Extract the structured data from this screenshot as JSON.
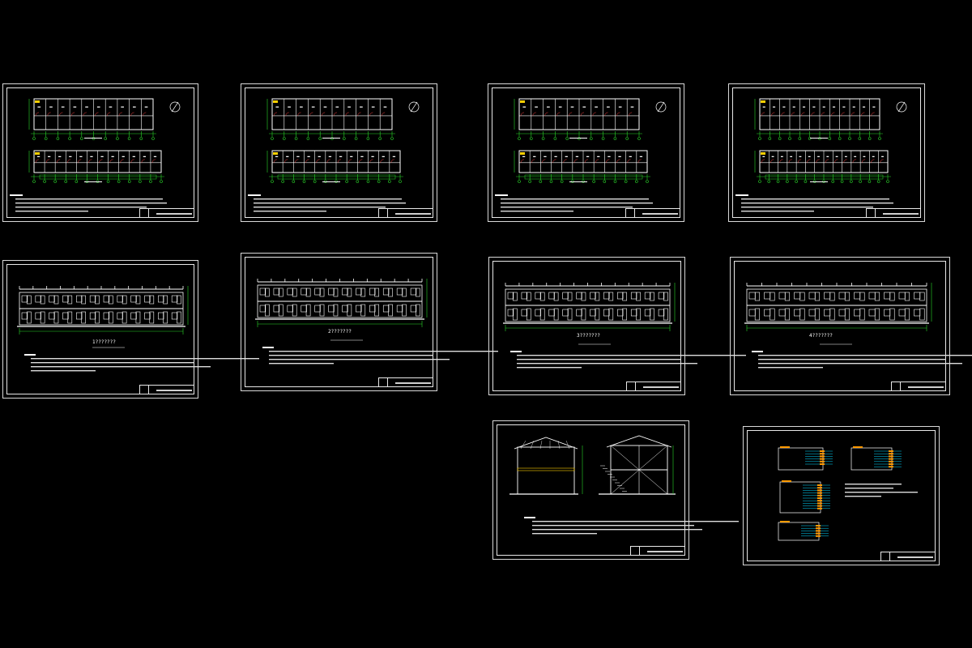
{
  "colors": {
    "background": "#000000",
    "frame": "#e0e0e0",
    "wall": "#ffffff",
    "dimension": "#2bd82b",
    "accent": "#ff4040",
    "highlight": "#ffd000",
    "cyan": "#00d8ff",
    "orange": "#ff9a00"
  },
  "sheets": [
    {
      "id": "plan-1",
      "kind": "floor-plan",
      "title_icon": "north-arrow-icon"
    },
    {
      "id": "plan-2",
      "kind": "floor-plan",
      "title_icon": "north-arrow-icon"
    },
    {
      "id": "plan-3",
      "kind": "floor-plan",
      "title_icon": "north-arrow-icon"
    },
    {
      "id": "plan-4",
      "kind": "floor-plan",
      "title_icon": "north-arrow-icon"
    },
    {
      "id": "elev-1",
      "kind": "elevation",
      "label": "1???????"
    },
    {
      "id": "elev-2",
      "kind": "elevation",
      "label": "2???????"
    },
    {
      "id": "elev-3",
      "kind": "elevation",
      "label": "3???????"
    },
    {
      "id": "elev-4",
      "kind": "elevation",
      "label": "4???????"
    },
    {
      "id": "section-1",
      "kind": "section"
    },
    {
      "id": "electrical-1",
      "kind": "schematic"
    }
  ]
}
